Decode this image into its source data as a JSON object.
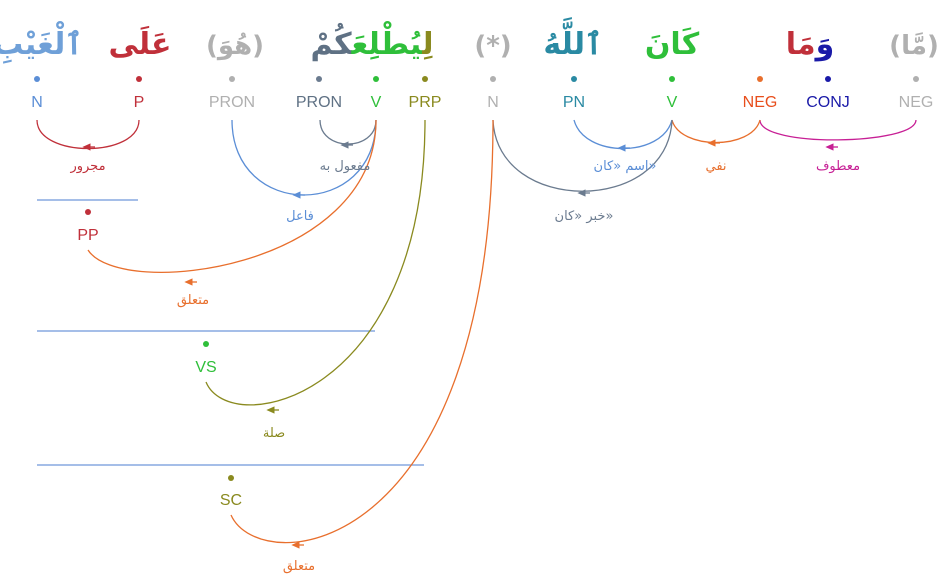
{
  "colors": {
    "gray": "#b0b0b0",
    "slate": "#6b7b8f",
    "blue": "#5b8ed6",
    "lightblue": "#6fa0d8",
    "red": "#c0303a",
    "orange": "#e86f2d",
    "teal": "#2a8aa3",
    "green": "#2fbf3a",
    "olive": "#8a8a1f",
    "magenta": "#c71f95",
    "navy": "#1a1aa8",
    "orangered": "#e84e1c",
    "darkslate": "#5f7184",
    "line": "#6f96d9"
  },
  "words": [
    {
      "id": "w1",
      "text": "(مَّا)",
      "color_key": "gray"
    },
    {
      "id": "w2a",
      "text": "مَا",
      "color_key": "red"
    },
    {
      "id": "w2b",
      "text": "وَ",
      "color_key": "navy"
    },
    {
      "id": "w3",
      "text": "كَانَ",
      "color_key": "green"
    },
    {
      "id": "w4",
      "text": "ٱللَّهُ",
      "color_key": "teal"
    },
    {
      "id": "w5",
      "text": "(*)",
      "color_key": "gray"
    },
    {
      "id": "w6a",
      "text": "لِ",
      "color_key": "olive"
    },
    {
      "id": "w6b",
      "text": "يُطْلِعَ",
      "color_key": "green"
    },
    {
      "id": "w6c",
      "text": "كُمْ",
      "color_key": "darkslate"
    },
    {
      "id": "w7",
      "text": "(هُوَ)",
      "color_key": "gray"
    },
    {
      "id": "w8",
      "text": "عَلَى",
      "color_key": "red"
    },
    {
      "id": "w9",
      "text": "ٱلْغَيْبِ",
      "color_key": "lightblue"
    }
  ],
  "tags": [
    {
      "id": "t_neg0",
      "label": "NEG",
      "color_key": "gray"
    },
    {
      "id": "t_conj",
      "label": "CONJ",
      "color_key": "navy"
    },
    {
      "id": "t_neg",
      "label": "NEG",
      "color_key": "orangered"
    },
    {
      "id": "t_v1",
      "label": "V",
      "color_key": "green"
    },
    {
      "id": "t_pn",
      "label": "PN",
      "color_key": "teal"
    },
    {
      "id": "t_n0",
      "label": "N",
      "color_key": "gray"
    },
    {
      "id": "t_prp",
      "label": "PRP",
      "color_key": "olive"
    },
    {
      "id": "t_v2",
      "label": "V",
      "color_key": "green"
    },
    {
      "id": "t_pron",
      "label": "PRON",
      "color_key": "darkslate"
    },
    {
      "id": "t_pron0",
      "label": "PRON",
      "color_key": "gray"
    },
    {
      "id": "t_p",
      "label": "P",
      "color_key": "red"
    },
    {
      "id": "t_n",
      "label": "N",
      "color_key": "blue"
    },
    {
      "id": "t_pp",
      "label": "PP",
      "color_key": "red"
    },
    {
      "id": "t_vs",
      "label": "VS",
      "color_key": "green"
    },
    {
      "id": "t_sc",
      "label": "SC",
      "color_key": "olive"
    }
  ],
  "relations": [
    {
      "id": "r_matouf",
      "label": "معطوف",
      "color_key": "magenta"
    },
    {
      "id": "r_nafy",
      "label": "نفي",
      "color_key": "orange"
    },
    {
      "id": "r_ism",
      "label": "اسم «كان»",
      "color_key": "blue"
    },
    {
      "id": "r_khabar",
      "label": "خبر «كان»",
      "color_key": "slate"
    },
    {
      "id": "r_mafoul",
      "label": "مفعول به",
      "color_key": "slate"
    },
    {
      "id": "r_fail",
      "label": "فاعل",
      "color_key": "blue"
    },
    {
      "id": "r_majrour",
      "label": "مجرور",
      "color_key": "red"
    },
    {
      "id": "r_mutaallaq1",
      "label": "متعلق",
      "color_key": "orange"
    },
    {
      "id": "r_sila",
      "label": "صلة",
      "color_key": "olive"
    },
    {
      "id": "r_mutaallaq2",
      "label": "متعلق",
      "color_key": "orange"
    }
  ]
}
